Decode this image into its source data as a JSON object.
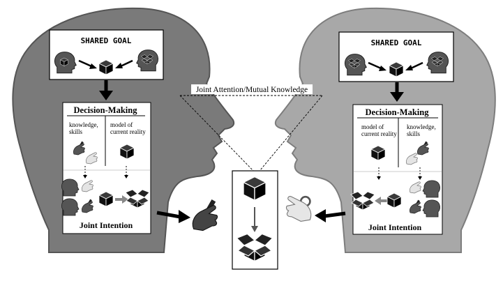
{
  "figure": {
    "joint_attention_label": "Joint Attention/Mutual Knowledge",
    "colors": {
      "left_head": "#7a7a7a",
      "right_head": "#a8a8a8",
      "left_head_stroke": "#555555",
      "right_head_stroke": "#7d7d7d",
      "box_fill": "#ffffff",
      "arrow": "#000000",
      "gray_arrow": "#888888",
      "cube": "#111111",
      "hand_light": "#dcdcdc",
      "hand_dark": "#505050"
    }
  },
  "left_agent": {
    "shared_goal": "SHARED GOAL",
    "decision_making": "Decision-Making",
    "knowledge_skills_1": "knowledge,",
    "knowledge_skills_2": "skills",
    "model_reality_1": "model of",
    "model_reality_2": "current reality",
    "joint_intention": "Joint Intention"
  },
  "right_agent": {
    "shared_goal": "SHARED GOAL",
    "decision_making": "Decision-Making",
    "knowledge_skills_1": "knowledge,",
    "knowledge_skills_2": "skills",
    "model_reality_1": "model of",
    "model_reality_2": "current reality",
    "joint_intention": "Joint Intention"
  },
  "icons": [
    "head-silhouette-icon",
    "cube-icon",
    "open-box-icon",
    "hand-holding-tool-icon",
    "hand-icon"
  ]
}
